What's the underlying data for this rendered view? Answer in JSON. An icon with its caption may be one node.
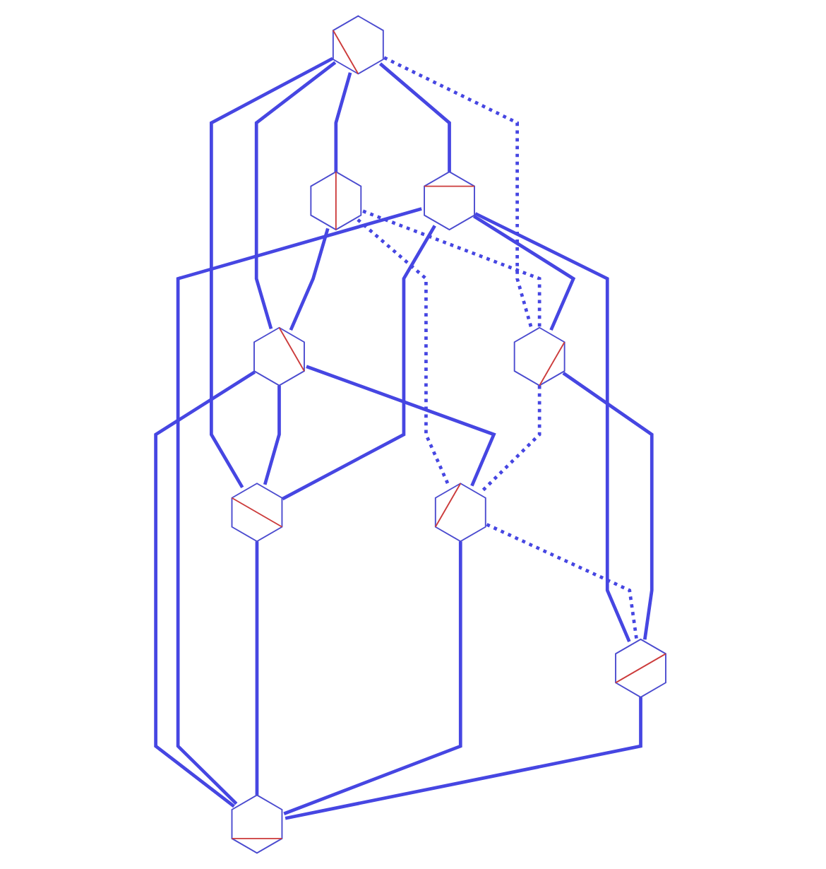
{
  "diagram": {
    "nodes": [
      {
        "text": [],
        "shape": "hexagon"
      },
      {
        "text": [],
        "shape": "hexagon"
      },
      {
        "text": [],
        "shape": "hexagon"
      },
      {
        "text": [],
        "shape": "hexagon"
      },
      {
        "text": [],
        "shape": "hexagon"
      },
      {
        "text": [],
        "shape": "hexagon"
      },
      {
        "text": [],
        "shape": "hexagon"
      },
      {
        "text": [],
        "shape": "hexagon"
      },
      {
        "text": [],
        "shape": "hexagon"
      }
    ],
    "edges": [
      {
        "from": 0,
        "to": 1,
        "arrow": "none"
      },
      {
        "from": 0,
        "to": 2,
        "arrow": "none"
      },
      {
        "from": 0,
        "to": 3,
        "arrow": "none"
      },
      {
        "from": 0,
        "to": 4,
        "arrow": "none"
      },
      {
        "from": 0,
        "to": 6,
        "arrow": "none",
        "style": "dashed"
      },
      {
        "from": 1,
        "to": 2,
        "arrow": "none"
      },
      {
        "from": 1,
        "to": 5,
        "arrow": "none",
        "style": "dashed"
      },
      {
        "from": 1,
        "to": 6,
        "arrow": "none",
        "style": "dashed"
      },
      {
        "from": 2,
        "to": 4,
        "arrow": "none"
      },
      {
        "from": 2,
        "to": 5,
        "arrow": "none"
      },
      {
        "from": 2,
        "to": 8,
        "arrow": "none"
      },
      {
        "from": 3,
        "to": 4,
        "arrow": "none"
      },
      {
        "from": 3,
        "to": 6,
        "arrow": "none"
      },
      {
        "from": 3,
        "to": 7,
        "arrow": "none"
      },
      {
        "from": 3,
        "to": 8,
        "arrow": "none"
      },
      {
        "from": 4,
        "to": 8,
        "arrow": "none"
      },
      {
        "from": 6,
        "to": 5,
        "arrow": "none",
        "style": "dashed"
      },
      {
        "from": 5,
        "to": 7,
        "arrow": "none",
        "style": "dashed"
      },
      {
        "from": 5,
        "to": 8,
        "arrow": "none"
      },
      {
        "from": 6,
        "to": 7,
        "arrow": "none"
      },
      {
        "from": 7,
        "to": 8,
        "arrow": "none"
      }
    ]
  }
}
